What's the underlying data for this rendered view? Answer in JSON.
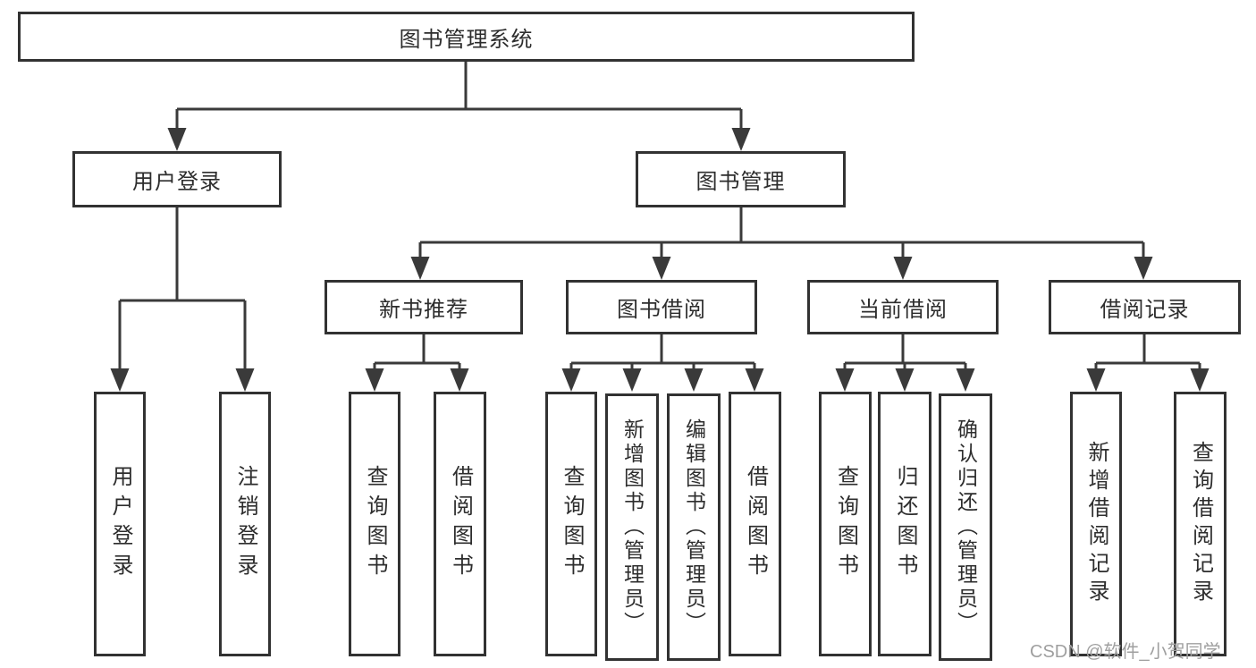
{
  "diagram": {
    "root": {
      "label": "图书管理系统"
    },
    "level2": {
      "user_login": {
        "label": "用户登录"
      },
      "book_management": {
        "label": "图书管理"
      }
    },
    "level3": {
      "new_book_recommend": {
        "label": "新书推荐"
      },
      "book_borrowing": {
        "label": "图书借阅"
      },
      "current_borrowing": {
        "label": "当前借阅"
      },
      "borrowing_records": {
        "label": "借阅记录"
      }
    },
    "leaves": {
      "user_login": [
        "用户登录",
        "注销登录"
      ],
      "new_book_recommend": [
        "查询图书",
        "借阅图书"
      ],
      "book_borrowing": [
        "查询图书",
        "新增图书（管理员）",
        "编辑图书（管理员）",
        "借阅图书"
      ],
      "current_borrowing": [
        "查询图书",
        "归还图书",
        "确认归还（管理员）"
      ],
      "borrowing_records": [
        "新增借阅记录",
        "查询借阅记录"
      ]
    },
    "watermark": "CSDN @软件_小贺同学",
    "colors": {
      "line": "#3a3a3a",
      "box_border": "#323232",
      "box_fill": "#ffffff",
      "text": "#2d2d2d",
      "watermark": "#9f9f9f",
      "background": "#ffffff"
    }
  }
}
